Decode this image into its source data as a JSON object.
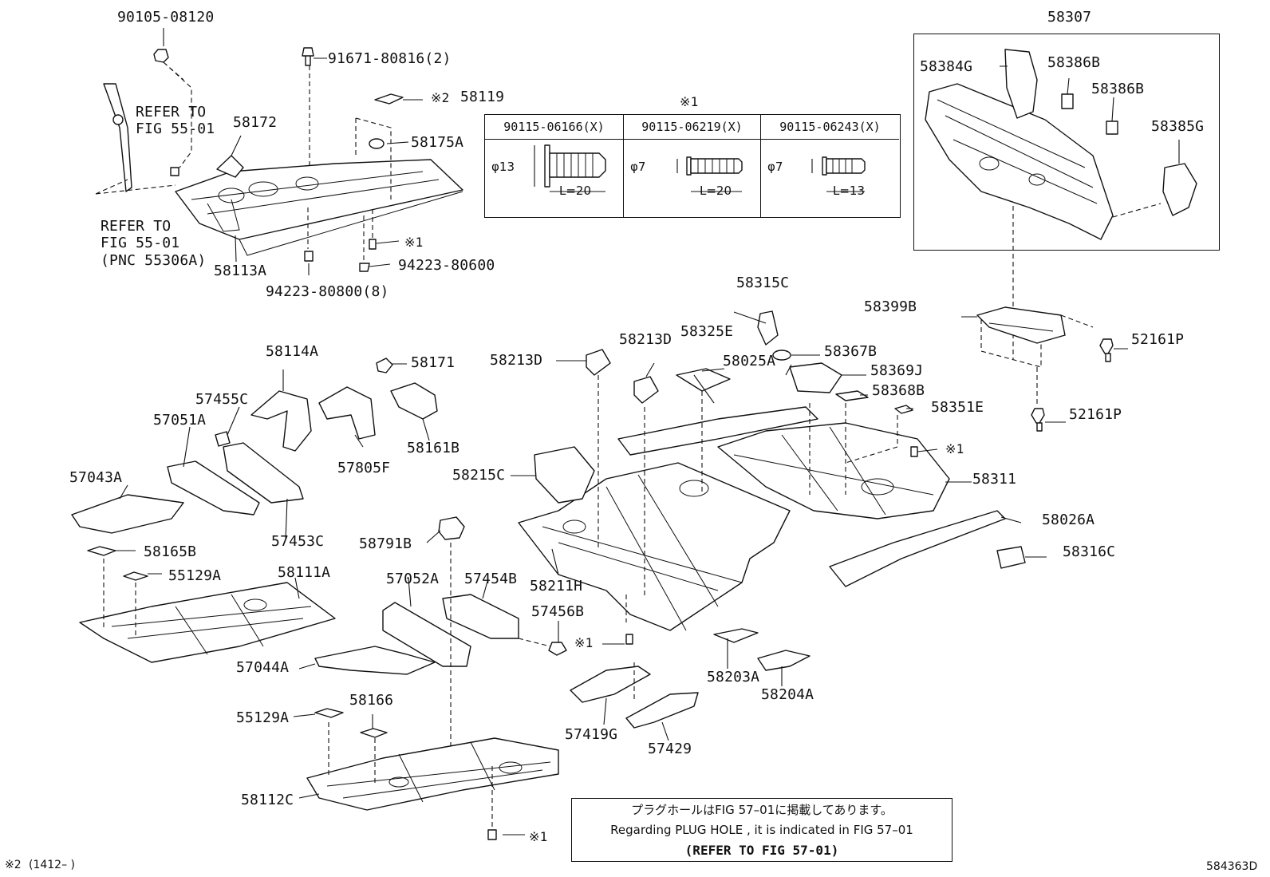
{
  "labels": {
    "p90105": "90105-08120",
    "p91671": "91671-80816(2)",
    "p58119_mark": "※2",
    "p58119": "58119",
    "refer_top_1": "REFER TO",
    "refer_top_2": "FIG 55-01",
    "p58172": "58172",
    "p58175A": "58175A",
    "refer_left_1": "REFER TO",
    "refer_left_2": "FIG 55-01",
    "refer_left_3": "(PNC 55306A)",
    "p58113A": "58113A",
    "p1mark_a": "※1",
    "p94223_80600": "94223-80600",
    "p94223_80800": "94223-80800(8)",
    "table_mark": "※1",
    "p58307": "58307",
    "p58384G": "58384G",
    "p58386B_1": "58386B",
    "p58386B_2": "58386B",
    "p58385G": "58385G",
    "p58315C": "58315C",
    "p58399B": "58399B",
    "p52161P_1": "52161P",
    "p52161P_2": "52161P",
    "p58114A": "58114A",
    "p58171": "58171",
    "p58213D_1": "58213D",
    "p58213D_2": "58213D",
    "p58325E": "58325E",
    "p58025A": "58025A",
    "p58367B": "58367B",
    "p58369J": "58369J",
    "p58368B": "58368B",
    "p58351E": "58351E",
    "p1mark_b": "※1",
    "p57455C": "57455C",
    "p57051A": "57051A",
    "p58161B": "58161B",
    "p57805F": "57805F",
    "p58215C": "58215C",
    "p58311": "58311",
    "p57043A": "57043A",
    "p58026A": "58026A",
    "p57453C": "57453C",
    "p58791B": "58791B",
    "p58316C": "58316C",
    "p58165B": "58165B",
    "p58111A": "58111A",
    "p57052A": "57052A",
    "p57454B": "57454B",
    "p58211H": "58211H",
    "p55129A_1": "55129A",
    "p57456B": "57456B",
    "p1mark_c": "※1",
    "p57044A": "57044A",
    "p58203A": "58203A",
    "p58204A": "58204A",
    "p58166": "58166",
    "p55129A_2": "55129A",
    "p57419G": "57419G",
    "p57429": "57429",
    "p58112C": "58112C",
    "p1mark_d": "※1"
  },
  "bolt_table": {
    "columns": [
      {
        "part": "90115-06166(X)",
        "dia": "φ13",
        "len": "L=20"
      },
      {
        "part": "90115-06219(X)",
        "dia": "φ7",
        "len": "L=20"
      },
      {
        "part": "90115-06243(X)",
        "dia": "φ7",
        "len": "L=13"
      }
    ]
  },
  "note": {
    "line1": "プラグホールはFIG 57–01に掲載してあります。",
    "line2": "Regarding  PLUG  HOLE , it is indicated in FIG  57–01",
    "line3": "(REFER TO FIG 57-01)"
  },
  "footer": {
    "footnote_mark": "※2",
    "footnote_text": "(1412–        )",
    "figure_code": "584363D"
  }
}
